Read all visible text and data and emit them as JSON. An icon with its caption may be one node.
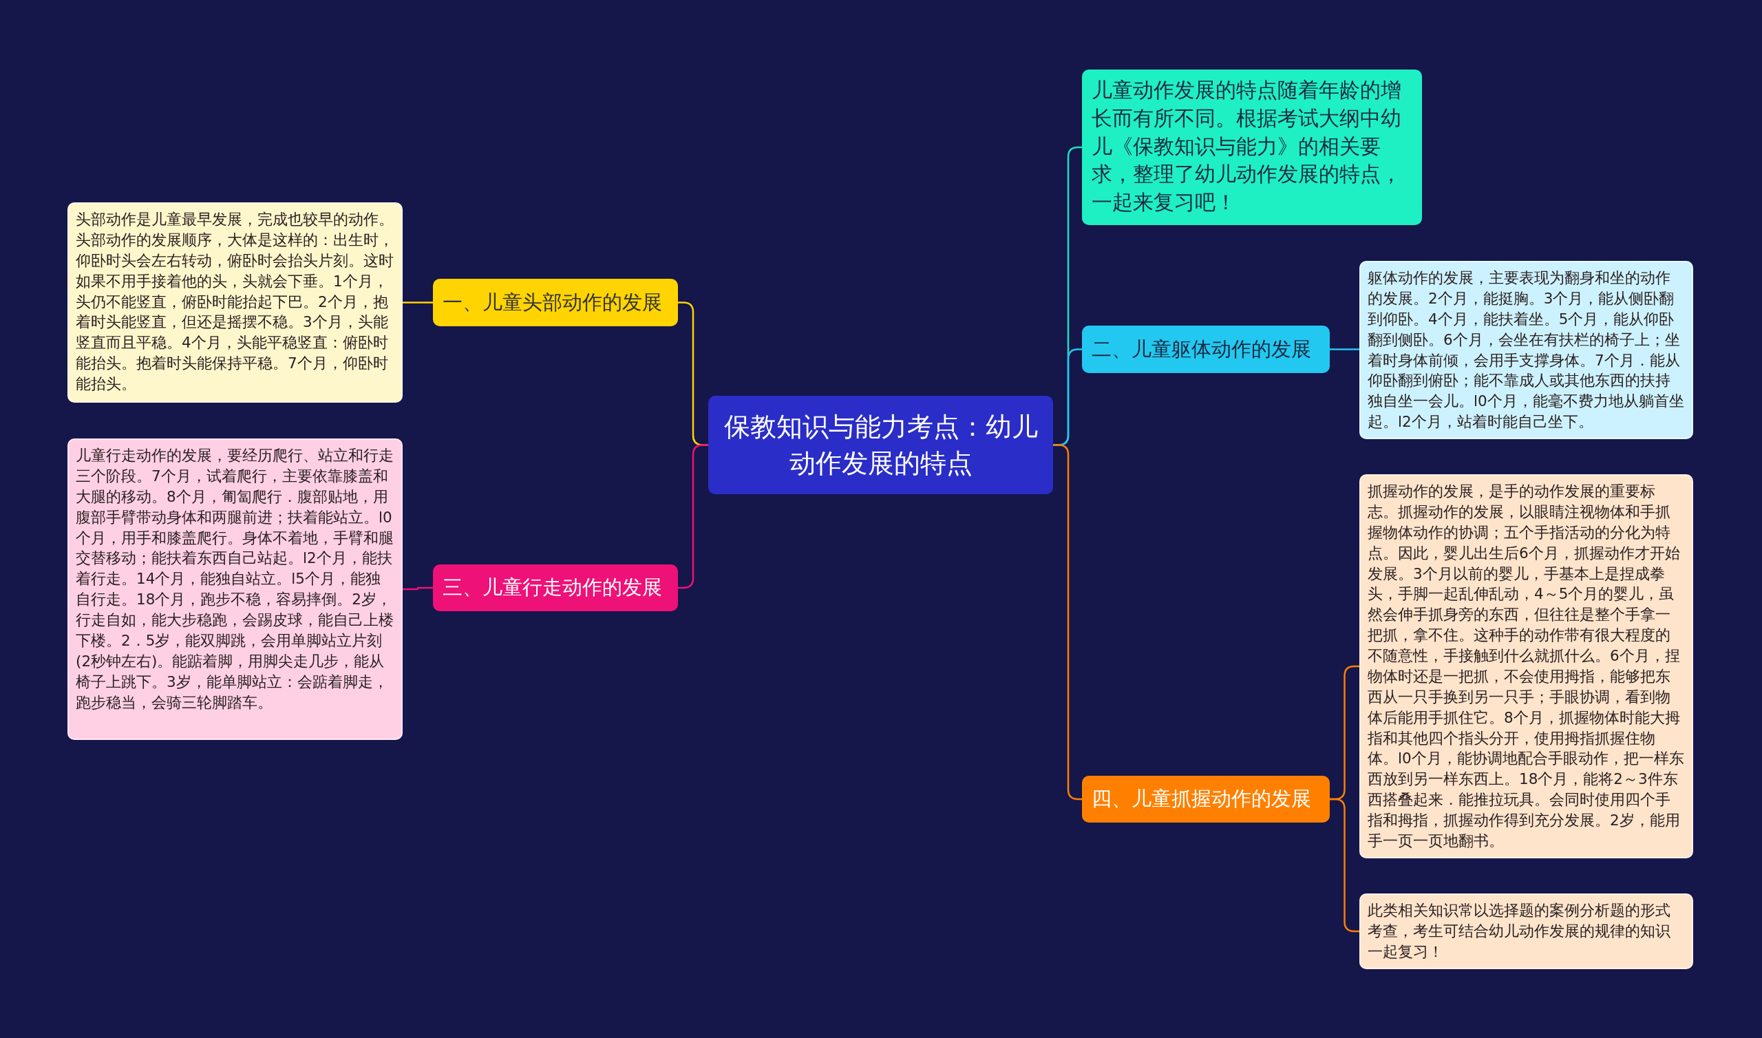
{
  "diagram": {
    "nodes": [
      {
        "text": [
          "保教知识与能力考点：幼儿动作发展的特点"
        ]
      },
      {
        "text": [
          "儿童动作发展的特点随着年龄的增长而有所不同。根据考试大纲中幼儿《保教知识与能力》的相关要求，整理了幼儿动作发展的特点，一起来复习吧！"
        ]
      },
      {
        "text": [
          "一、儿童头部动作的发展"
        ]
      },
      {
        "text": [
          "头部动作是儿童最早发展，完成也较早的动作。头部动作的发展顺序，大体是这样的：出生时，仰卧时头会左右转动，俯卧时会抬头片刻。这时如果不用手接着他的头，头就会下垂。1个月，头仍不能竖直，俯卧时能抬起下巴。2个月，抱着时头能竖直，但还是摇摆不稳。3个月，头能竖直而且平稳。4个月，头能平稳竖直：俯卧时能抬头。抱着时头能保持平稳。7个月，仰卧时能抬头。"
        ]
      },
      {
        "text": [
          "二、儿童躯体动作的发展"
        ]
      },
      {
        "text": [
          "躯体动作的发展，主要表现为翻身和坐的动作的发展。2个月，能挺胸。3个月，能从侧卧翻到仰卧。4个月，能扶着坐。5个月，能从仰卧翻到侧卧。6个月，会坐在有扶栏的椅子上；坐着时身体前倾，会用手支撑身体。7个月．能从仰卧翻到俯卧；能不靠成人或其他东西的扶持独自坐一会儿。l0个月，能毫不费力地从躺首坐起。l2个月，站着时能自己坐下。"
        ]
      },
      {
        "text": [
          "三、儿童行走动作的发展"
        ]
      },
      {
        "text": [
          "儿童行走动作的发展，要经历爬行、站立和行走三个阶段。7个月，试着爬行，主要依靠膝盖和大腿的移动。8个月，匍匐爬行．腹部贴地，用腹部手臂带动身体和两腿前进；扶着能站立。l0个月，用手和膝盖爬行。身体不着地，手臂和腿交替移动；能扶着东西自己站起。l2个月，能扶着行走。14个月，能独自站立。l5个月，能独自行走。18个月，跑步不稳，容易摔倒。2岁，行走自如，能大步稳跑，会踢皮球，能自己上楼下楼。2．5岁，能双脚跳，会用单脚站立片刻(2秒钟左右)。能踮着脚，用脚尖走几步，能从椅子上跳下。3岁，能单脚站立：会踮着脚走，跑步稳当，会骑三轮脚踏车。"
        ]
      },
      {
        "text": [
          "四、儿童抓握动作的发展"
        ]
      },
      {
        "text": [
          "抓握动作的发展，是手的动作发展的重要标志。抓握动作的发展，以眼睛注视物体和手抓握物体动作的协调；五个手指活动的分化为特点。因此，婴儿出生后6个月，抓握动作才开始发展。3个月以前的婴儿，手基本上是捏成拳头，手脚一起乱伸乱动，4～5个月的婴儿，虽然会伸手抓身旁的东西，但往往是整个手拿一把抓，拿不住。这种手的动作带有很大程度的不随意性，手接触到什么就抓什么。6个月，捏物体时还是一把抓，不会使用拇指，能够把东西从一只手换到另一只手；手眼协调，看到物体后能用手抓住它。8个月，抓握物体时能大拇指和其他四个指头分开，使用拇指抓握住物体。l0个月，能协调地配合手眼动作，把一样东西放到另一样东西上。18个月，能将2～3件东西搭叠起来．能推拉玩具。会同时使用四个手指和拇指，抓握动作得到充分发展。2岁，能用手一页一页地翻书。"
        ]
      },
      {
        "text": [
          "此类相关知识常以选择题的案例分析题的形式考查，考生可结合幼儿动作发展的规律的知识一起复习！"
        ]
      }
    ],
    "edges": [
      {
        "from": 0,
        "to": 1,
        "arrow": "none",
        "color": "#1ee0c0"
      },
      {
        "from": 0,
        "to": 2,
        "arrow": "none",
        "color": "#ffd400"
      },
      {
        "from": 0,
        "to": 4,
        "arrow": "none",
        "color": "#22c8f0"
      },
      {
        "from": 0,
        "to": 6,
        "arrow": "none",
        "color": "#ee1177"
      },
      {
        "from": 0,
        "to": 8,
        "arrow": "none",
        "color": "#ff8000"
      },
      {
        "from": 2,
        "to": 3,
        "arrow": "none",
        "color": "#ffd400"
      },
      {
        "from": 4,
        "to": 5,
        "arrow": "none",
        "color": "#22c8f0"
      },
      {
        "from": 6,
        "to": 7,
        "arrow": "none",
        "color": "#ee1177"
      },
      {
        "from": 8,
        "to": 9,
        "arrow": "none",
        "color": "#ff8000"
      },
      {
        "from": 8,
        "to": 10,
        "arrow": "none",
        "color": "#ff8000"
      }
    ]
  }
}
